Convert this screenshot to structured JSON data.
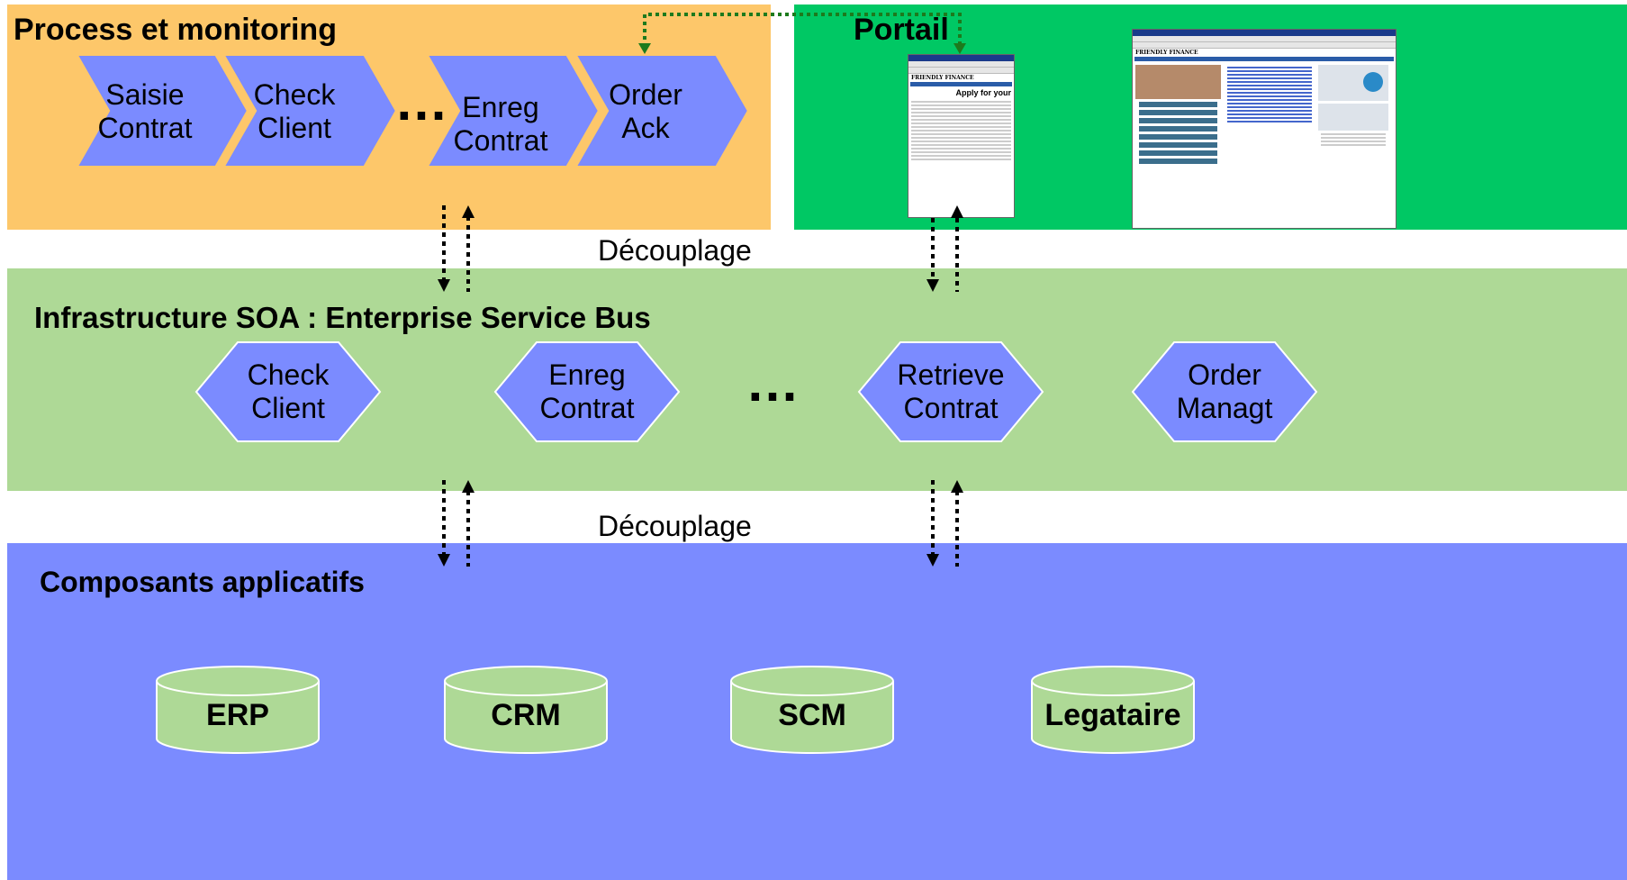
{
  "colors": {
    "process_band": "#fdc76a",
    "portal_band": "#00c864",
    "esb_band": "#aed996",
    "components_band": "#7b8bff",
    "chevron": "#7b8bff",
    "hexagon": "#7b8bff",
    "cylinder": "#aed996"
  },
  "process": {
    "title": "Process et monitoring",
    "steps": [
      {
        "line1": "Saisie",
        "line2": "Contrat"
      },
      {
        "line1": "Check",
        "line2": "Client"
      },
      {
        "line1": "Enreg",
        "line2": "Contrat"
      },
      {
        "line1": "Order",
        "line2": "Ack"
      }
    ],
    "ellipsis": "…"
  },
  "portal": {
    "title": "Portail",
    "screenshot_small": {
      "brand": "FRIENDLY FINANCE",
      "heading": "Apply for your"
    },
    "screenshot_large": {
      "brand": "FRIENDLY FINANCE"
    }
  },
  "decoupling": {
    "label_top": "Découplage",
    "label_bottom": "Découplage"
  },
  "esb": {
    "title": "Infrastructure  SOA : Enterprise Service Bus",
    "services": [
      {
        "line1": "Check",
        "line2": "Client"
      },
      {
        "line1": "Enreg",
        "line2": "Contrat"
      },
      {
        "line1": "Retrieve",
        "line2": "Contrat"
      },
      {
        "line1": "Order",
        "line2": "Managt"
      }
    ],
    "ellipsis": "…"
  },
  "components": {
    "title": "Composants applicatifs",
    "systems": [
      "ERP",
      "CRM",
      "SCM",
      "Legataire"
    ]
  }
}
